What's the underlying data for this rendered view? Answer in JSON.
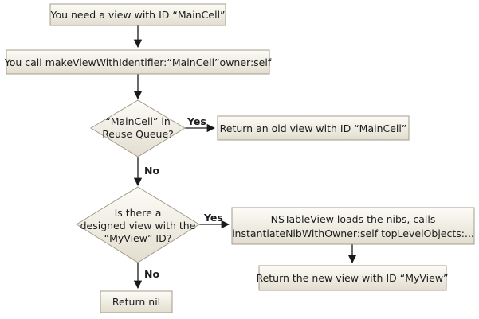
{
  "diagram": {
    "nodes": {
      "need_view": "You need a view with ID “MainCell”",
      "call_make": "You call makeViewWithIdentifier:“MainCell”owner:self",
      "reuse_q": [
        "“MainCell” in",
        "Reuse Queue?"
      ],
      "return_old": "Return an old view with ID “MainCell”",
      "designed_q": [
        "Is there a",
        "designed view with the",
        "“MyView” ID?"
      ],
      "load_nibs": [
        "NSTableView loads the nibs, calls",
        "instantiateNibWithOwner:self topLevelObjects:..."
      ],
      "return_new": "Return the new view with ID “MyView”",
      "return_nil": "Return nil"
    },
    "edge_labels": {
      "yes": "Yes",
      "no": "No"
    }
  },
  "colors": {
    "box_fill_top": "#fdfcf7",
    "box_fill_bottom": "#e4dfd2",
    "box_stroke": "#a39c8c",
    "line": "#1a1a1a"
  }
}
